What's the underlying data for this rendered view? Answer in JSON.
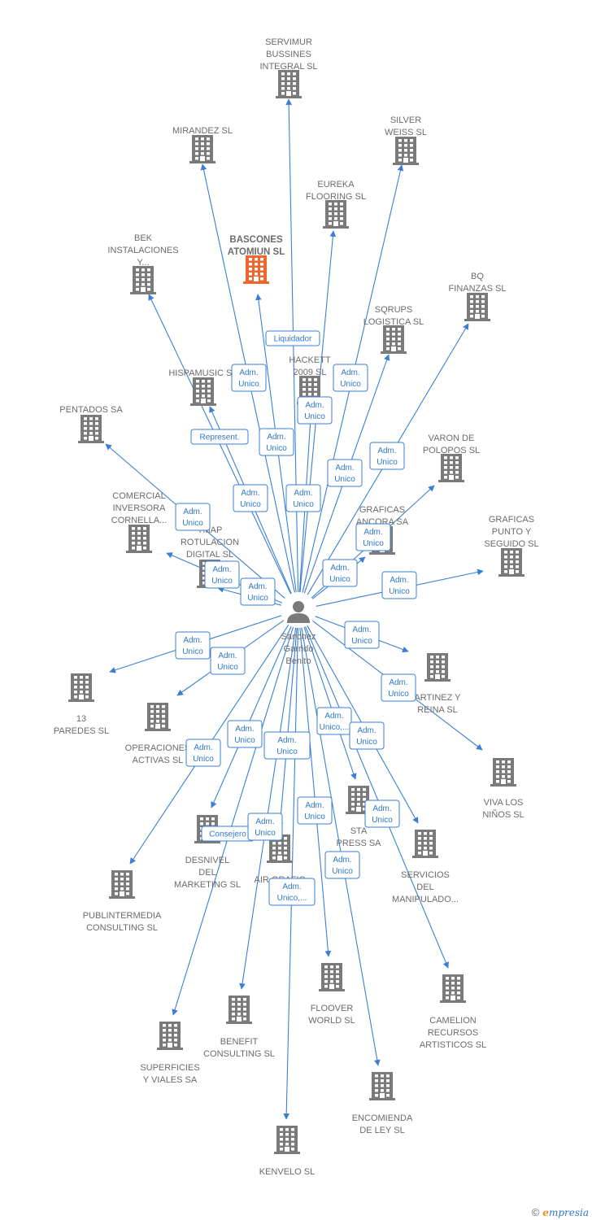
{
  "center": {
    "name_lines": [
      "Sanchez",
      "Garrido",
      "Benito"
    ]
  },
  "companies": [
    {
      "id": "servimur",
      "lines": [
        "SERVIMUR",
        "BUSSINES",
        "INTEGRAL SL"
      ]
    },
    {
      "id": "mirandez",
      "lines": [
        "MIRANDEZ SL"
      ]
    },
    {
      "id": "silver",
      "lines": [
        "SILVER",
        "WEISS SL"
      ]
    },
    {
      "id": "eureka",
      "lines": [
        "EUREKA",
        "FLOORING SL"
      ]
    },
    {
      "id": "bek",
      "lines": [
        "BEK",
        "INSTALACIONES",
        "Y..."
      ]
    },
    {
      "id": "bascones",
      "lines": [
        "BASCONES",
        "ATOMIUN  SL"
      ],
      "highlight": true
    },
    {
      "id": "bq",
      "lines": [
        "BQ",
        "FINANZAS SL"
      ]
    },
    {
      "id": "sqrups",
      "lines": [
        "SQRUPS",
        "LOGISTICA  SL"
      ]
    },
    {
      "id": "hackett",
      "lines": [
        "HACKETT",
        "2009 SL"
      ]
    },
    {
      "id": "hispamusic",
      "lines": [
        "HISPAMUSIC SA"
      ]
    },
    {
      "id": "pentados",
      "lines": [
        "PENTADOS SA"
      ]
    },
    {
      "id": "varon",
      "lines": [
        "VARON DE",
        "POLOPOS SL"
      ]
    },
    {
      "id": "comercial",
      "lines": [
        "COMERCIAL",
        "INVERSORA",
        "CORNELLA..."
      ]
    },
    {
      "id": "graficas_ancora",
      "lines": [
        "GRAFICAS",
        "ANCORA SA"
      ]
    },
    {
      "id": "tmap",
      "lines": [
        "TMAP",
        "ROTULACION",
        "DIGITAL SL"
      ]
    },
    {
      "id": "graficas_punto",
      "lines": [
        "GRAFICAS",
        "PUNTO Y",
        "SEGUIDO SL"
      ]
    },
    {
      "id": "martinez",
      "lines": [
        "ARTINEZ Y",
        "REINA SL"
      ]
    },
    {
      "id": "paredes",
      "lines": [
        "13",
        "PAREDES SL"
      ]
    },
    {
      "id": "operaciones",
      "lines": [
        "OPERACIONES",
        "ACTIVAS SL"
      ]
    },
    {
      "id": "viva",
      "lines": [
        "VIVA LOS",
        "NIÑOS SL"
      ]
    },
    {
      "id": "desnivel",
      "lines": [
        "DESNIVEL",
        "DEL",
        "MARKETING SL"
      ]
    },
    {
      "id": "air",
      "lines": [
        "AIR GRAFIC",
        "DIG"
      ]
    },
    {
      "id": "star",
      "lines": [
        "STA",
        "PRESS SA"
      ]
    },
    {
      "id": "servicios",
      "lines": [
        "SERVICIOS",
        "DEL",
        "MANIPULADO..."
      ]
    },
    {
      "id": "publintermedia",
      "lines": [
        "PUBLINTERMEDIA",
        "CONSULTING SL"
      ]
    },
    {
      "id": "floover",
      "lines": [
        "FLOOVER",
        "WORLD SL"
      ]
    },
    {
      "id": "camelion",
      "lines": [
        "CAMELION",
        "RECURSOS",
        "ARTISTICOS SL"
      ]
    },
    {
      "id": "benefit",
      "lines": [
        "BENEFIT",
        "CONSULTING SL"
      ]
    },
    {
      "id": "superficies",
      "lines": [
        "SUPERFICIES",
        "Y VIALES SA"
      ]
    },
    {
      "id": "encomienda",
      "lines": [
        "ENCOMIENDA",
        "DE LEY  SL"
      ]
    },
    {
      "id": "kenvelo",
      "lines": [
        "KENVELO  SL"
      ]
    }
  ],
  "edge_labels": [
    {
      "lines": [
        "Liquidador"
      ]
    },
    {
      "lines": [
        "Adm.",
        "Unico"
      ]
    },
    {
      "lines": [
        "Adm.",
        "Unico"
      ]
    },
    {
      "lines": [
        "Adm.",
        "Unico"
      ]
    },
    {
      "lines": [
        "Represent."
      ]
    },
    {
      "lines": [
        "Adm.",
        "Unico"
      ]
    },
    {
      "lines": [
        "Adm.",
        "Unico"
      ]
    },
    {
      "lines": [
        "Adm.",
        "Unico"
      ]
    },
    {
      "lines": [
        "Adm.",
        "Unico"
      ]
    },
    {
      "lines": [
        "Adm.",
        "Unico"
      ]
    },
    {
      "lines": [
        "Adm.",
        "Unico"
      ]
    },
    {
      "lines": [
        "Adm.",
        "Unico"
      ]
    },
    {
      "lines": [
        "Adm.",
        "Unico"
      ]
    },
    {
      "lines": [
        "Adm.",
        "Unico"
      ]
    },
    {
      "lines": [
        "Adm.",
        "Unico"
      ]
    },
    {
      "lines": [
        "Adm.",
        "Unico"
      ]
    },
    {
      "lines": [
        "Adm.",
        "Unico"
      ]
    },
    {
      "lines": [
        "Adm.",
        "Unico"
      ]
    },
    {
      "lines": [
        "Adm.",
        "Unico"
      ]
    },
    {
      "lines": [
        "Adm.",
        "Unico"
      ]
    },
    {
      "lines": [
        "Adm.",
        "Unico"
      ]
    },
    {
      "lines": [
        "Adm.",
        "Unico"
      ]
    },
    {
      "lines": [
        "Adm.",
        "Unico,..."
      ]
    },
    {
      "lines": [
        "Adm.",
        "Unico"
      ]
    },
    {
      "lines": [
        "Adm.",
        "Unico"
      ]
    },
    {
      "lines": [
        "Adm.",
        "Unico"
      ]
    },
    {
      "lines": [
        "Adm.",
        "Unico"
      ]
    },
    {
      "lines": [
        "Consejero"
      ]
    },
    {
      "lines": [
        "Adm.",
        "Unico"
      ]
    },
    {
      "lines": [
        "Adm.",
        "Unico"
      ]
    },
    {
      "lines": [
        "Adm.",
        "Unico,..."
      ]
    }
  ],
  "colors": {
    "edge": "#3a7fd5",
    "building": "#7a7a7a",
    "highlight": "#f0642d",
    "label": "#6b6b6b"
  },
  "footer": {
    "copyright": "©",
    "brand_first": "e",
    "brand_rest": "mpresia"
  }
}
